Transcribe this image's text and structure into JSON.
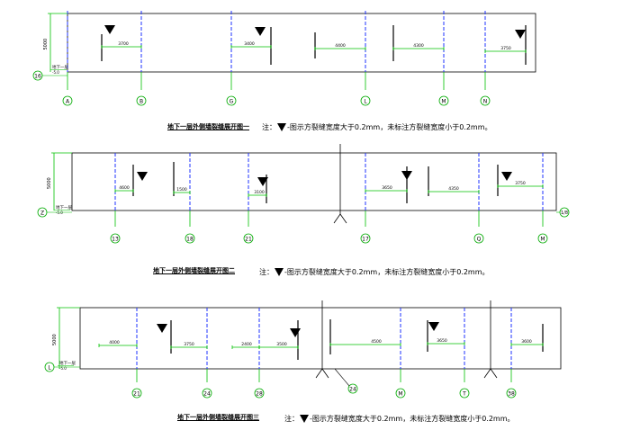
{
  "panels": [
    {
      "id": "p1",
      "height_dim": "5000",
      "floor_label": "地下一层",
      "level_mark": "-5.0",
      "end_left": "16",
      "axes": [
        "A",
        "B",
        "G",
        "L",
        "M",
        "N"
      ],
      "crack_widths": [
        "3700",
        "3400",
        "4400",
        "4300",
        "3750"
      ],
      "title": "地下一层外侧墙裂缝展开图一",
      "note_prefix": "注：",
      "note_text": "-图示方裂缝宽度大于0.2mm，未标注方裂缝宽度小于0.2mm。"
    },
    {
      "id": "p2",
      "height_dim": "5000",
      "floor_label": "地下一层",
      "level_mark": "-5.0",
      "end_left": "Z",
      "end_right": "1/8",
      "axes": [
        "13",
        "18",
        "21",
        "17",
        "Q",
        "M"
      ],
      "crack_widths": [
        "4600",
        "1500",
        "3100",
        "3650",
        "4350",
        "3750"
      ],
      "title": "地下一层外侧墙裂缝展开图二",
      "note_prefix": "注：",
      "note_text": "-图示方裂缝宽度大于0.2mm，未标注方裂缝宽度小于0.2mm。"
    },
    {
      "id": "p3",
      "height_dim": "5000",
      "floor_label": "地下一层",
      "level_mark": "-5.0",
      "end_left": "L",
      "axes": [
        "21",
        "24",
        "28",
        "24",
        "M",
        "T",
        "38"
      ],
      "crack_widths": [
        "4000",
        "3750",
        "2400",
        "3500",
        "4500",
        "3650",
        "3600"
      ],
      "title": "地下一层外侧墙裂缝展开图三",
      "note_prefix": "注：",
      "note_text": "-图示方裂缝宽度大于0.2mm，未标注方裂缝宽度小于0.2mm。"
    }
  ],
  "colors": {
    "line": "#000000",
    "axis": "#1f33ff",
    "dim": "#00c000",
    "axis_bubble": "#00aa00"
  }
}
